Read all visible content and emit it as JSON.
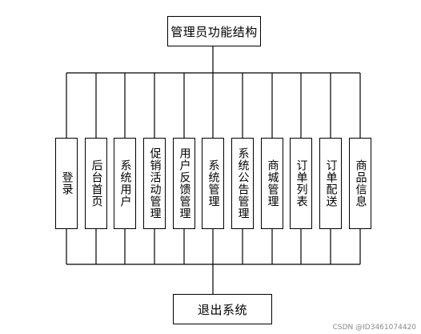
{
  "root": {
    "label": "管理员功能结构"
  },
  "modules": [
    {
      "label": "登录"
    },
    {
      "label": "后台首页"
    },
    {
      "label": "系统用户"
    },
    {
      "label": "促销活动管理"
    },
    {
      "label": "用户反馈管理"
    },
    {
      "label": "系统管理"
    },
    {
      "label": "系统公告管理"
    },
    {
      "label": "商城管理"
    },
    {
      "label": "订单列表"
    },
    {
      "label": "订单配送"
    },
    {
      "label": "商品信息"
    }
  ],
  "exit": {
    "label": "退出系统"
  },
  "watermark": "CSDN @ID3461074420"
}
